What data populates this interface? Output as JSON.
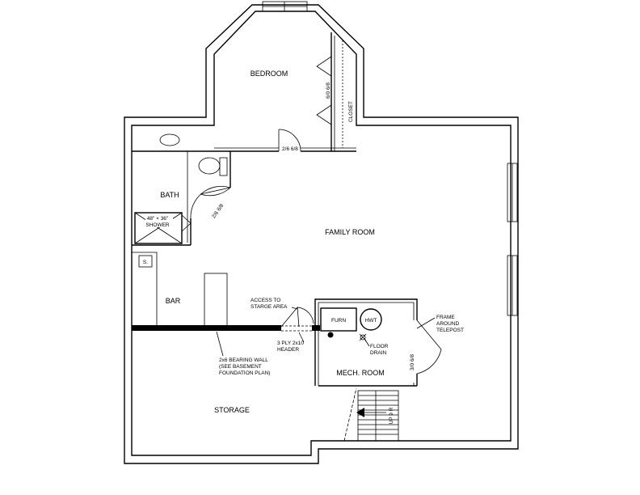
{
  "rooms": {
    "bedroom": "BEDROOM",
    "bath": "BATH",
    "family_room": "FAMILY ROOM",
    "bar": "BAR",
    "storage": "STORAGE",
    "mech_room": "MECH. ROOM",
    "closet": "CLOSET"
  },
  "fixtures": {
    "shower_size": "48\" × 36\"",
    "shower": "SHOWER",
    "sink": "S.",
    "furnace": "FURN",
    "water_heater": "HWT"
  },
  "dimensions": {
    "bedroom_door": "2/6 6/8",
    "bath_door": "2/6 6/8",
    "closet_door": "6/0 6/8",
    "mech_door": "3/0 6/8",
    "stairs": "UP 9 R"
  },
  "notes": {
    "access": [
      "ACCESS TO",
      "STARGE AREA"
    ],
    "header": [
      "3 PLY 2x10",
      "HEADER"
    ],
    "bearing_wall": [
      "2x6 BEARING WALL",
      "(SEE BASEMENT",
      "FOUNDATION PLAN)"
    ],
    "floor_drain": [
      "FLOOR",
      "DRAIN"
    ],
    "telepost": [
      "FRAME",
      "AROUND",
      "TELEPOST"
    ]
  }
}
